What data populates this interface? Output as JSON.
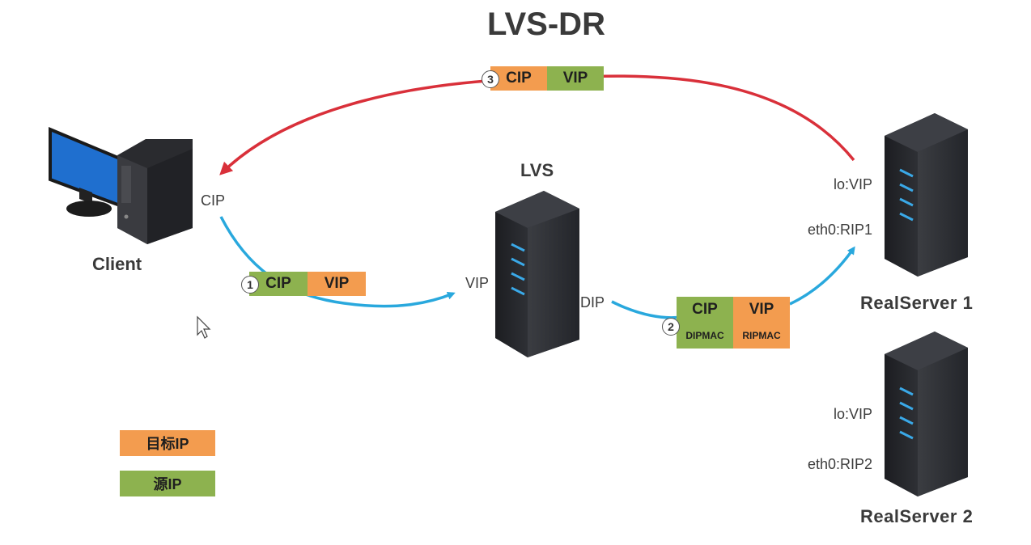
{
  "title": "LVS-DR",
  "nodes": {
    "client": "Client",
    "lvs": "LVS",
    "realserver1": "RealServer 1",
    "realserver2": "RealServer 2"
  },
  "labels": {
    "client_cip": "CIP",
    "lvs_vip": "VIP",
    "lvs_dip": "DIP",
    "rs1_lo": "lo:VIP",
    "rs1_eth": "eth0:RIP1",
    "rs2_lo": "lo:VIP",
    "rs2_eth": "eth0:RIP2"
  },
  "packets": {
    "p1": {
      "step": "1",
      "src": "CIP",
      "dst": "VIP"
    },
    "p2": {
      "step": "2",
      "src": "CIP",
      "dst": "VIP",
      "src_mac": "DIPMAC",
      "dst_mac": "RIPMAC"
    },
    "p3": {
      "step": "3",
      "src": "CIP",
      "dst": "VIP"
    }
  },
  "legend": {
    "dest": "目标IP",
    "src": "源IP"
  },
  "colors": {
    "source_ip": "#8db24f",
    "dest_ip": "#f39c4f",
    "request_arrow": "#29a8dd",
    "response_arrow": "#d9303a"
  }
}
